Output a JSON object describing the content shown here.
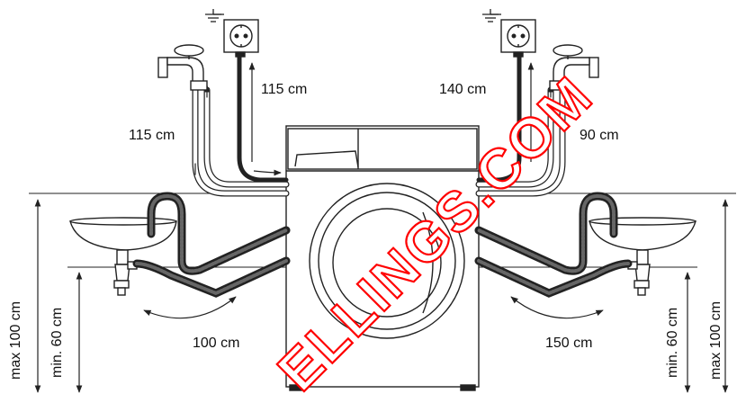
{
  "labels": {
    "cold_supply_left": "115 cm",
    "power_left": "115 cm",
    "power_right": "140 cm",
    "cold_supply_right": "90 cm",
    "drain_left": "100 cm",
    "drain_right": "150 cm",
    "max_height_left": "max 100 cm",
    "min_height_left": "min. 60 cm",
    "min_height_right": "min. 60 cm",
    "max_height_right": "max 100 cm"
  },
  "watermark": {
    "text": "ELLINGS.COM",
    "color": "#ff0000"
  },
  "colors": {
    "line": "#222222",
    "hose_dark": "#333333",
    "hose_light": "#ffffff"
  }
}
